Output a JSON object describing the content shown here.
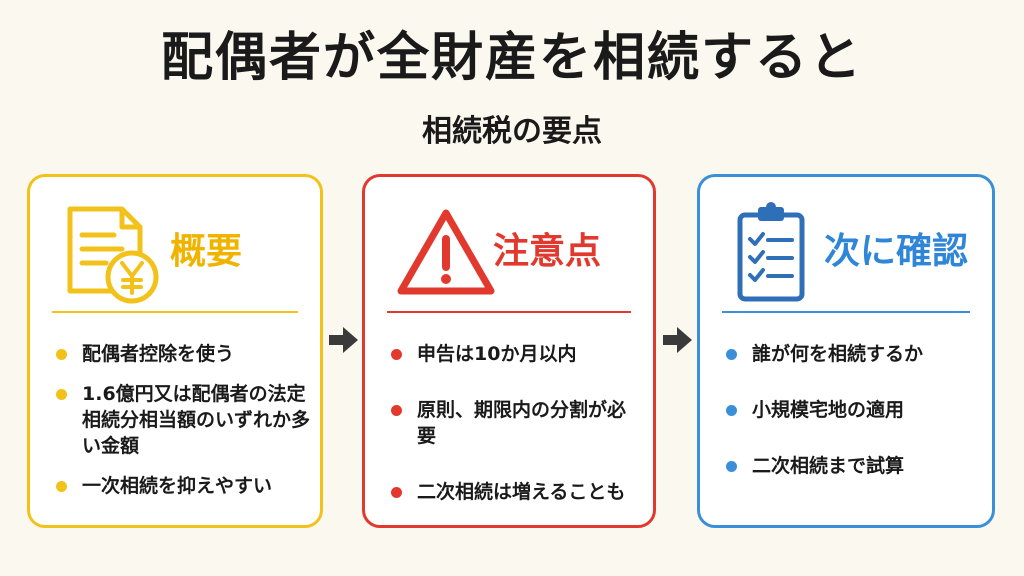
{
  "title": "配偶者が全財産を相続すると",
  "subtitle": "相続税の要点",
  "cards": [
    {
      "heading": "概要",
      "icon": "document-yen-icon",
      "items": [
        "配偶者控除を使う",
        "1.6億円又は配偶者の法定相続分相当額のいずれか多い金額",
        "一次相続を抑えやすい"
      ],
      "color": "#F2C21B"
    },
    {
      "heading": "注意点",
      "icon": "warning-icon",
      "items": [
        "申告は10か月以内",
        "原則、期限内の分割が必要",
        "二次相続は増えることも"
      ],
      "color": "#E2392E"
    },
    {
      "heading": "次に確認",
      "icon": "clipboard-checklist-icon",
      "items": [
        "誰が何を相続するか",
        "小規模宅地の適用",
        "二次相続まで試算"
      ],
      "color": "#3A8FD8"
    }
  ],
  "arrow_icon": "right-arrow-icon"
}
